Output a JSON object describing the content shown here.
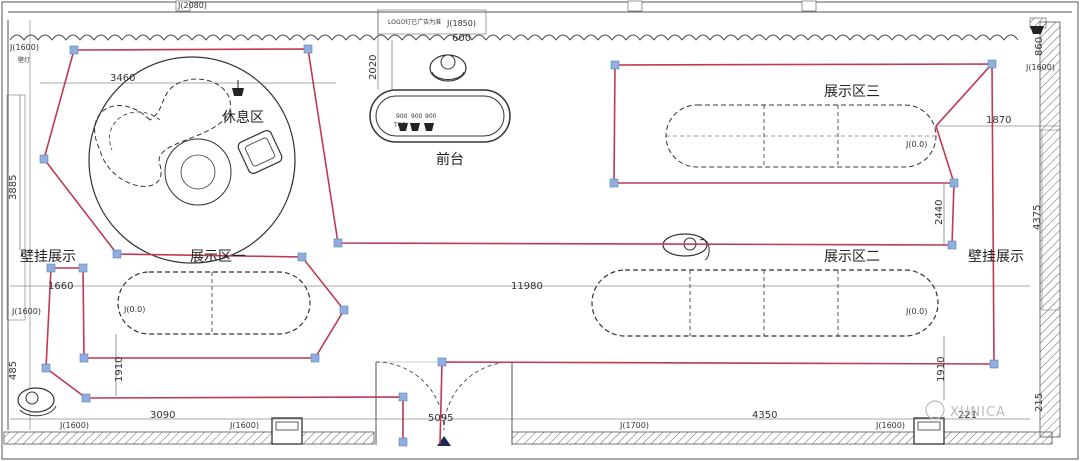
{
  "zones": {
    "rest": "休息区",
    "front_desk": "前台",
    "zone_one": "展示区一",
    "zone_two": "展示区二",
    "zone_three": "展示区三",
    "wall_left": "壁挂展示",
    "wall_right": "壁挂展示"
  },
  "dims": {
    "d3460": "3460",
    "d11980": "11980",
    "d1660": "1660",
    "d3090": "3090",
    "d5095": "5095",
    "d4350": "4350",
    "d1870": "1870",
    "d2440": "2440",
    "d4375": "4375",
    "d3885": "3885",
    "d2020": "2020",
    "d600": "600",
    "d1910a": "1910",
    "d1910b": "1910",
    "d485": "485",
    "d860": "860",
    "d215": "215",
    "d221": "221"
  },
  "annotations": {
    "j1600_a": "J(1600)",
    "j1600_b": "J(1600)",
    "j1600_c": "J(1600)",
    "j1600_d": "J(1600)",
    "j1600_e": "J(1600)",
    "j1600_f": "J(1600)",
    "j1700": "J(1700)",
    "j1850": "J(1850)",
    "j00_a": "J(0.0)",
    "j00_b": "J(0.0)",
    "j00_c": "J(0.0)",
    "logo": "LOGO灯已广告为准",
    "bideng": "壁灯",
    "j2080": "J(2080)"
  },
  "watermark": "XUNICA",
  "colors": {
    "route": "#c0394f",
    "node": "#8fb0df",
    "wall": "#555555",
    "ink": "#222222"
  }
}
